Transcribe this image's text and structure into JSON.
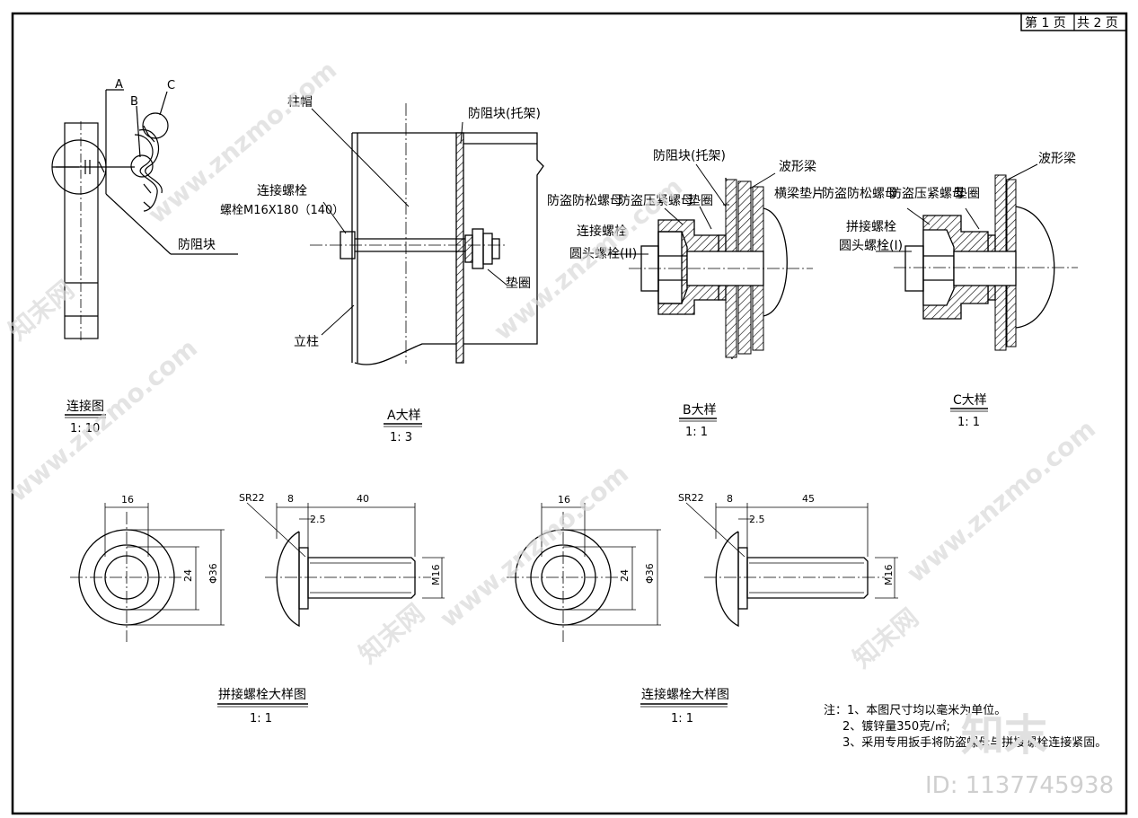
{
  "page_info": {
    "page_label": "第 1 页",
    "total_label": "共 2 页"
  },
  "views": {
    "connection": {
      "title": "连接图",
      "scale": "1: 10",
      "labels": {
        "a": "A",
        "b": "B",
        "c": "C",
        "block": "防阻块"
      }
    },
    "detail_a": {
      "title": "A大样",
      "scale": "1: 3",
      "labels": {
        "cap": "柱帽",
        "bolt": "连接螺栓",
        "bolt_spec": "螺栓M16X180（140）",
        "block": "防阻块(托架)",
        "washer": "垫圈",
        "post": "立柱"
      }
    },
    "detail_b": {
      "title": "B大样",
      "scale": "1: 1",
      "labels": {
        "block": "防阻块(托架)",
        "beam": "波形梁",
        "anti_loose": "防盗防松螺母",
        "anti_theft": "防盗压紧螺母",
        "washer": "垫圈",
        "bolt": "连接螺栓",
        "round_head": "圆头螺栓(II)"
      }
    },
    "detail_c": {
      "title": "C大样",
      "scale": "1: 1",
      "labels": {
        "beam": "波形梁",
        "beam_pad": "横梁垫片",
        "anti_loose": "防盗防松螺母",
        "anti_theft": "防盗压紧螺母",
        "washer": "垫圈",
        "bolt": "拼接螺栓",
        "round_head": "圆头螺栓(I)"
      }
    },
    "splice_bolt": {
      "title": "拼接螺栓大样图",
      "scale": "1: 1",
      "dims": {
        "d16": "16",
        "d24": "24",
        "d36": "Φ36",
        "sr": "SR22",
        "head": "8",
        "chamfer": "2.5",
        "length": "40",
        "m16": "M16"
      }
    },
    "connect_bolt": {
      "title": "连接螺栓大样图",
      "scale": "1: 1",
      "dims": {
        "d16": "16",
        "d24": "24",
        "d36": "Φ36",
        "sr": "SR22",
        "head": "8",
        "chamfer": "2.5",
        "length": "45",
        "m16": "M16"
      }
    }
  },
  "notes": {
    "n1": "注：1、本图尺寸均以毫米为单位。",
    "n2": "2、镀锌量350克/㎡;",
    "n3": "3、采用专用扳手将防盗螺母与拼接螺栓连接紧固。"
  },
  "watermark": {
    "site": "www.znzmo.com",
    "brand": "知末网",
    "logo": "知末",
    "id": "ID: 1137745938"
  }
}
